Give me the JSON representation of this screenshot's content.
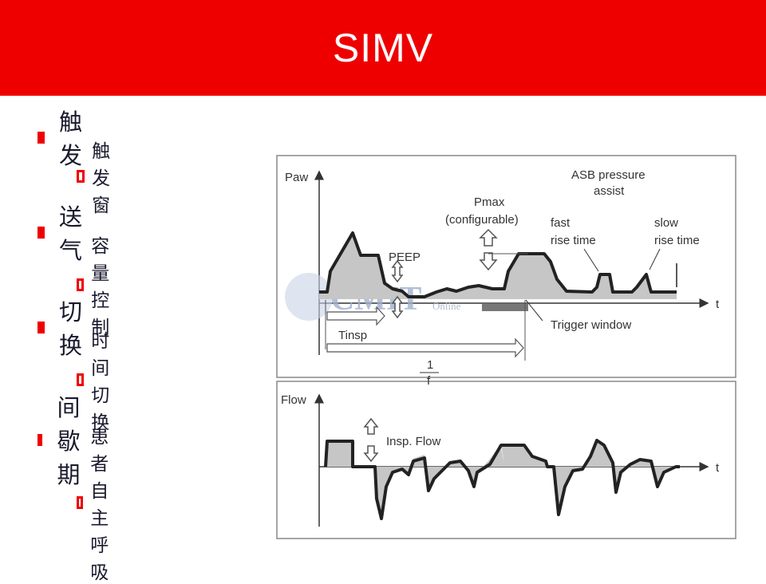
{
  "slide": {
    "title": "SIMV",
    "title_bg": "#ee0000",
    "bullets": [
      {
        "label": "触发",
        "sub": [
          "触发窗"
        ]
      },
      {
        "label": "送气",
        "sub": [
          "容量控制"
        ]
      },
      {
        "label": "切换",
        "sub": [
          "时间切换"
        ]
      },
      {
        "label": "间歇期",
        "sub": [
          "患者自主呼吸"
        ]
      }
    ]
  },
  "diagram": {
    "paw_label": "Paw",
    "flow_label": "Flow",
    "t_label_top": "t",
    "t_label_bottom": "t",
    "asb_line1": "ASB pressure",
    "asb_line2": "assist",
    "pmax": "Pmax",
    "configurable": "(configurable)",
    "fast_line1": "fast",
    "fast_line2": "rise time",
    "slow_line1": "slow",
    "slow_line2": "rise time",
    "peep": "PEEP",
    "trigger_window": "Trigger window",
    "tinsp": "Tinsp",
    "freq_num": "1",
    "freq_den": "f",
    "insp_flow": "Insp. Flow",
    "watermark": "CMIT",
    "watermark_sub": "Online"
  }
}
